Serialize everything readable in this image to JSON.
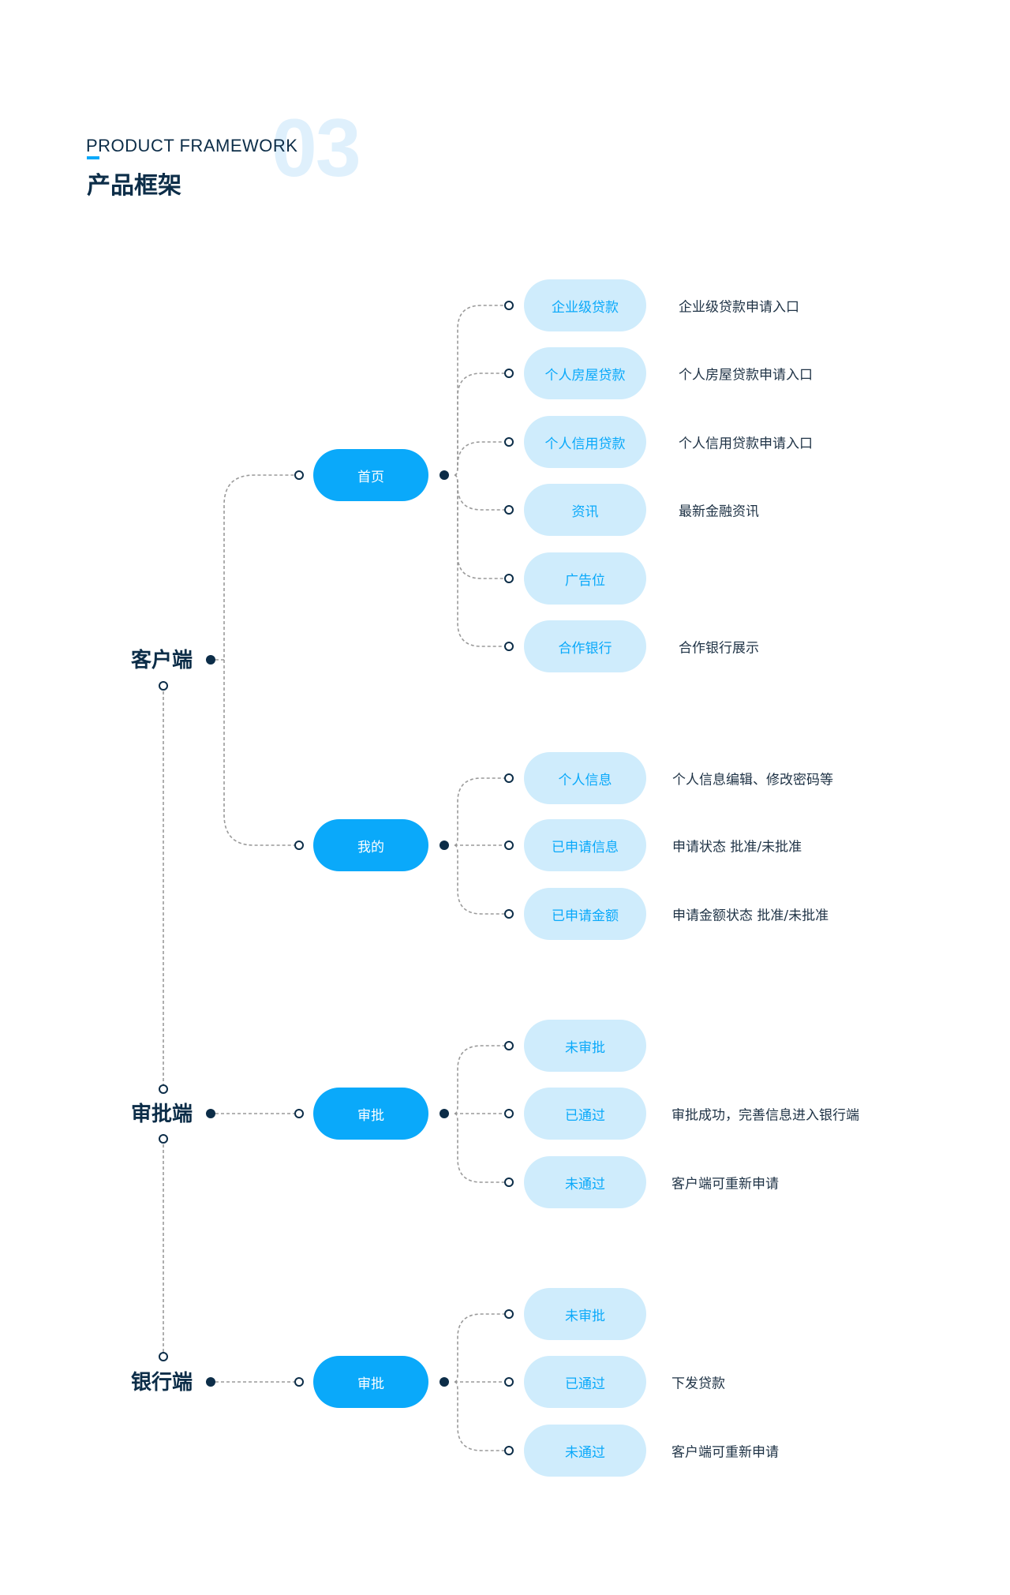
{
  "header": {
    "subtitle_en": "PRODUCT FRAMEWORK",
    "section_number": "03",
    "title_cn": "产品框架"
  },
  "colors": {
    "primary": "#0aa9fa",
    "secondary_bg": "#cfecfc",
    "navy": "#0c2d48",
    "connector": "#9a9a9a",
    "number_tint": "#dff0fc"
  },
  "tree": [
    {
      "label": "客户端",
      "modules": [
        {
          "label": "首页",
          "children": [
            {
              "label": "企业级贷款",
              "desc": "企业级贷款申请入口"
            },
            {
              "label": "个人房屋贷款",
              "desc": "个人房屋贷款申请入口"
            },
            {
              "label": "个人信用贷款",
              "desc": "个人信用贷款申请入口"
            },
            {
              "label": "资讯",
              "desc": "最新金融资讯"
            },
            {
              "label": "广告位",
              "desc": ""
            },
            {
              "label": "合作银行",
              "desc": "合作银行展示"
            }
          ]
        },
        {
          "label": "我的",
          "children": [
            {
              "label": "个人信息",
              "desc": "个人信息编辑、修改密码等"
            },
            {
              "label": "已申请信息",
              "desc": "申请状态 批准/未批准"
            },
            {
              "label": "已申请金额",
              "desc": "申请金额状态 批准/未批准"
            }
          ]
        }
      ]
    },
    {
      "label": "审批端",
      "modules": [
        {
          "label": "审批",
          "children": [
            {
              "label": "未审批",
              "desc": ""
            },
            {
              "label": "已通过",
              "desc": "审批成功，完善信息进入银行端"
            },
            {
              "label": "未通过",
              "desc": "客户端可重新申请"
            }
          ]
        }
      ]
    },
    {
      "label": "银行端",
      "modules": [
        {
          "label": "审批",
          "children": [
            {
              "label": "未审批",
              "desc": ""
            },
            {
              "label": "已通过",
              "desc": "下发贷款"
            },
            {
              "label": "未通过",
              "desc": "客户端可重新申请"
            }
          ]
        }
      ]
    }
  ]
}
